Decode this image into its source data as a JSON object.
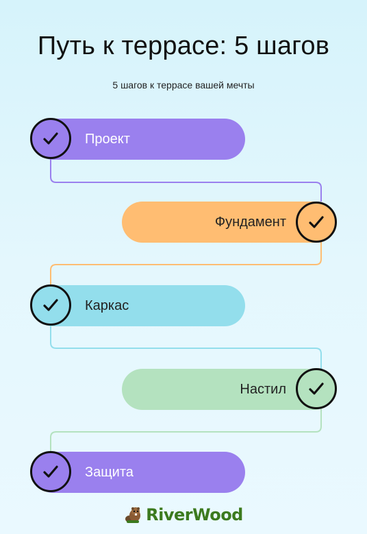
{
  "header": {
    "title": "Путь к террасе: 5 шагов",
    "subtitle": "5 шагов к террасе вашей мечты"
  },
  "steps": [
    {
      "label": "Проект",
      "color": "#9a80ee",
      "text_color": "#ffffff",
      "side": "left",
      "completed": true
    },
    {
      "label": "Фундамент",
      "color": "#ffbd72",
      "text_color": "#222222",
      "side": "right",
      "completed": true
    },
    {
      "label": "Каркас",
      "color": "#93deec",
      "text_color": "#222222",
      "side": "left",
      "completed": true
    },
    {
      "label": "Настил",
      "color": "#b4e2bf",
      "text_color": "#222222",
      "side": "right",
      "completed": true
    },
    {
      "label": "Защита",
      "color": "#9a80ee",
      "text_color": "#ffffff",
      "side": "left",
      "completed": true
    }
  ],
  "logo": {
    "text": "RiverWood",
    "color": "#3c7a1e",
    "icon": "beaver-logo-icon"
  }
}
